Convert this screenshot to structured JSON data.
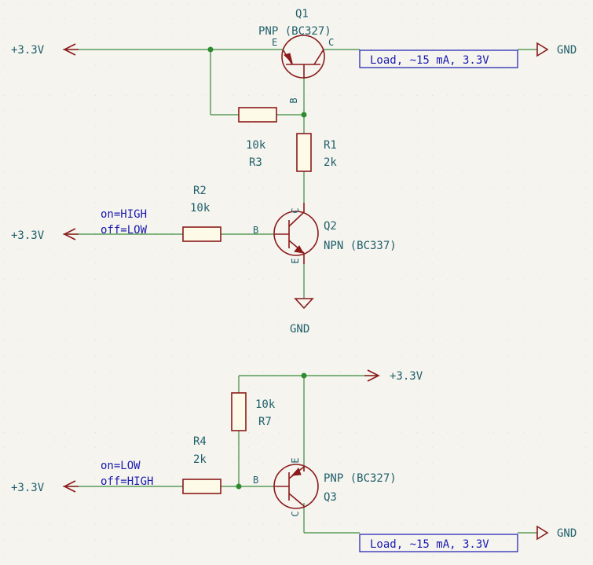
{
  "components": {
    "q1": {
      "ref": "Q1",
      "value": "PNP (BC327)",
      "pin_e": "E",
      "pin_c": "C",
      "pin_b": "B"
    },
    "q2": {
      "ref": "Q2",
      "value": "NPN (BC337)",
      "pin_e": "E",
      "pin_c": "C",
      "pin_b": "B"
    },
    "q3": {
      "ref": "Q3",
      "value": "PNP (BC327)",
      "pin_e": "E",
      "pin_c": "C",
      "pin_b": "B"
    },
    "r1": {
      "ref": "R1",
      "value": "2k"
    },
    "r2": {
      "ref": "R2",
      "value": "10k"
    },
    "r3": {
      "ref": "R3",
      "value": "10k"
    },
    "r4": {
      "ref": "R4",
      "value": "2k"
    },
    "r7": {
      "ref": "R7",
      "value": "10k"
    }
  },
  "power": {
    "vcc": "+3.3V",
    "gnd": "GND"
  },
  "notes": {
    "in1_on": "on=HIGH",
    "in1_off": "off=LOW",
    "in2_on": "on=LOW",
    "in2_off": "off=HIGH"
  },
  "loads": {
    "load1": "Load, ~15 mA, 3.3V",
    "load2": "Load, ~15 mA, 3.3V"
  },
  "colors": {
    "wire": "#3a8a3a",
    "component": "#8b1a1a",
    "label": "#1f5f6a",
    "note": "#1a1ab0",
    "background": "#f5f4ef"
  }
}
